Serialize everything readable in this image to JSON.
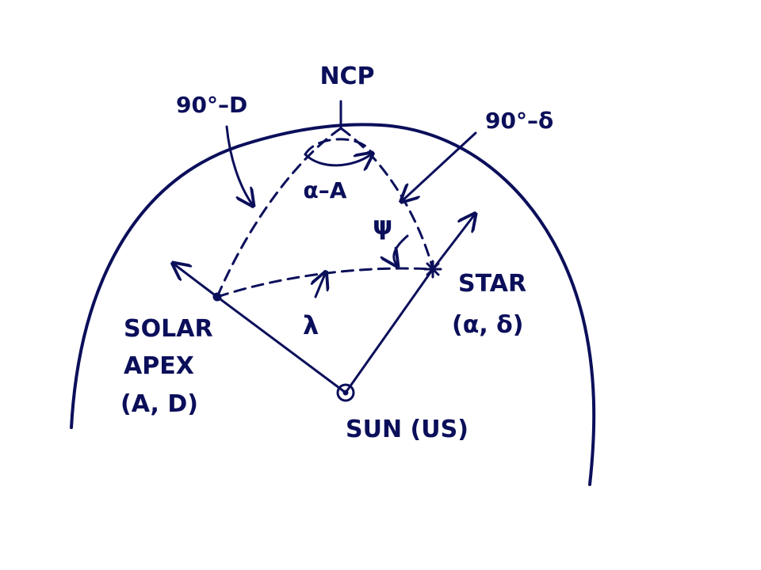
{
  "labels": {
    "ncp": "NCP",
    "colat_apex": "90°–D",
    "colat_star": "90°–δ",
    "ra_diff": "α–A",
    "psi": "ψ",
    "lambda": "λ",
    "star_name": "STAR",
    "star_coords": "(α, δ)",
    "apex_line1": "SOLAR",
    "apex_line2": "APEX",
    "apex_line3": "(A, D)",
    "sun": "SUN (US)"
  },
  "colors": {
    "ink": "#0b0f5a",
    "background": "#ffffff"
  }
}
